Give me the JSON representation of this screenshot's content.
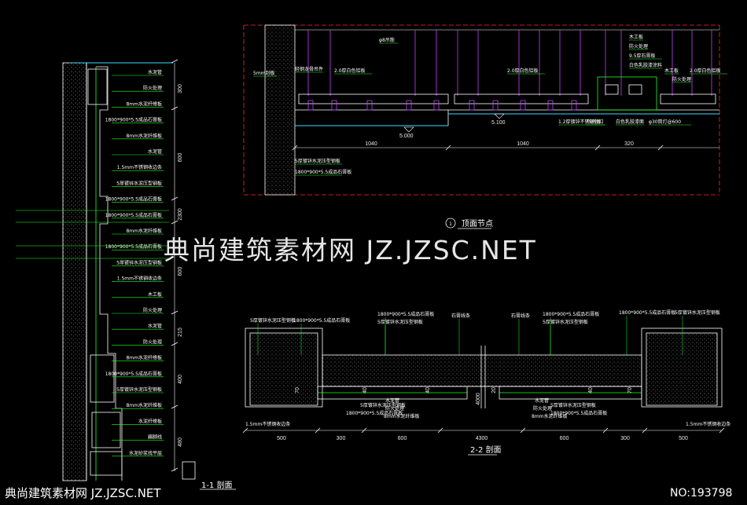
{
  "watermark": {
    "main": "典尚建筑素材网 JZ.JZSC.NET",
    "bottom": "典尚建筑素材网 JZ.JZSC.NET",
    "id": "NO:193798"
  },
  "left_section": {
    "title": "1-1 剖面",
    "dims": [
      "300",
      "600",
      "2300",
      "600",
      "215",
      "400",
      "480"
    ],
    "labels": [
      "水泥管",
      "防火处理",
      "8mm水泥纤维板",
      "1800*900*5.5成品石膏板",
      "8mm水泥纤维板",
      "水泥管",
      "1.5mm不锈钢收边条",
      "5厚镀锌水泥压型钢板",
      "1800*900*5.5成品石膏板",
      "1800*900*5.5成品石膏板",
      "8mm水泥纤维板",
      "1800*900*5.5成品石膏板",
      "5厚镀锌水泥压型钢板",
      "1.5mm不锈钢收边条",
      "木工板",
      "防火处理",
      "水泥管",
      "防火处理",
      "8mm水泥纤维板",
      "1800*900*5.5成品石膏板",
      "5厚镀锌水泥压型钢板",
      "8mm水泥纤维板",
      "水泥纤维板",
      "踢脚线",
      "水泥砂浆找平层"
    ]
  },
  "top_section": {
    "title": "顶面节点",
    "circle": "1",
    "dims": [
      "1040",
      "1040",
      "320"
    ],
    "elev": [
      "5.000",
      "5.100"
    ],
    "labels": [
      "5mm封板",
      "φ8吊筋",
      "轻钢龙骨吊件",
      "2.0厚白色铝板",
      "2.0厚白色铝板",
      "木工板",
      "防火处理",
      "9.5厚石膏板",
      "白色乳胶漆涂料",
      "木工板",
      "防火处理",
      "2.0厚白色铝板",
      "1.2厚镀锌不锈钢收口",
      "T5光源",
      "白色乳胶漆面",
      "φ30筒灯@600",
      "5厚镀锌水泥压型钢板",
      "1800*900*5.5成品石膏板"
    ]
  },
  "plan_section": {
    "title": "2-2 剖面",
    "dims": [
      "500",
      "300",
      "600",
      "4300",
      "600",
      "300",
      "500"
    ],
    "small_dims": [
      "70",
      "40",
      "40",
      "20",
      "40",
      "70"
    ],
    "center_dim": "4000",
    "labels_top": [
      "5厚镀锌水泥压型钢板",
      "1800*900*5.5成品石膏板",
      "1800*900*5.5成品石膏板",
      "5厚镀锌水泥压型钢板",
      "石膏线条",
      "石膏线条",
      "1800*900*5.5成品石膏板",
      "5厚镀锌水泥压型钢板",
      "1800*900*5.5成品石膏板",
      "5厚镀锌水泥压型钢板"
    ],
    "labels_bottom": [
      "5厚镀锌水泥压型钢板",
      "1800*900*5.5成品石膏板",
      "水泥管",
      "防火处理",
      "8mm水泥纤维板",
      "水泥管",
      "防火处理",
      "8mm水泥纤维板",
      "5厚镀锌水泥压型钢板",
      "1800*900*5.5成品石膏板",
      "1.5mm不锈钢收边条",
      "1.5mm不锈钢收边条"
    ]
  },
  "colors": {
    "bg": "#000000",
    "line": "#ffffff",
    "green": "#22ff22",
    "red": "#ff2a2a",
    "purple": "#c040ff",
    "cyan": "#3fd8ff",
    "blue": "#4060ff",
    "hatch": "#b8b8b8"
  }
}
